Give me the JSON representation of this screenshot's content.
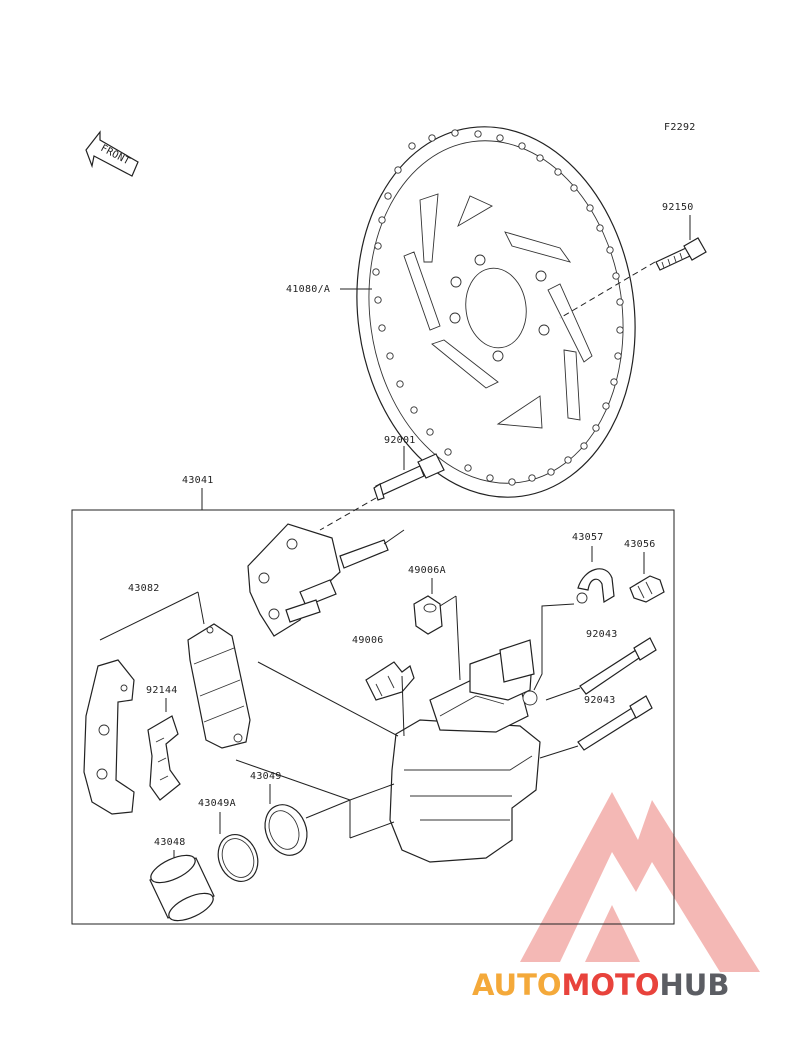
{
  "figure_code": "F2292",
  "front_indicator": "FRONT",
  "parts": {
    "disc": "41080/A",
    "disc_bolt": "92150",
    "caliper_assembly": "43041",
    "bolt_92001": "92001",
    "pad_assembly": "43082",
    "spring": "92144",
    "boot_a": "49006A",
    "boot": "49006",
    "bleeder_cap": "43057",
    "bleeder_valve": "43056",
    "pin_upper": "92043",
    "pin_lower": "92043",
    "seal": "43049",
    "seal_a": "43049A",
    "piston": "43048"
  },
  "watermark": {
    "part1": "AUTO",
    "part2": "MOTO",
    "part3": "HUB",
    "colors": {
      "orange": "#f4a93a",
      "red": "#e8433c",
      "gray": "#5b5d63"
    }
  }
}
